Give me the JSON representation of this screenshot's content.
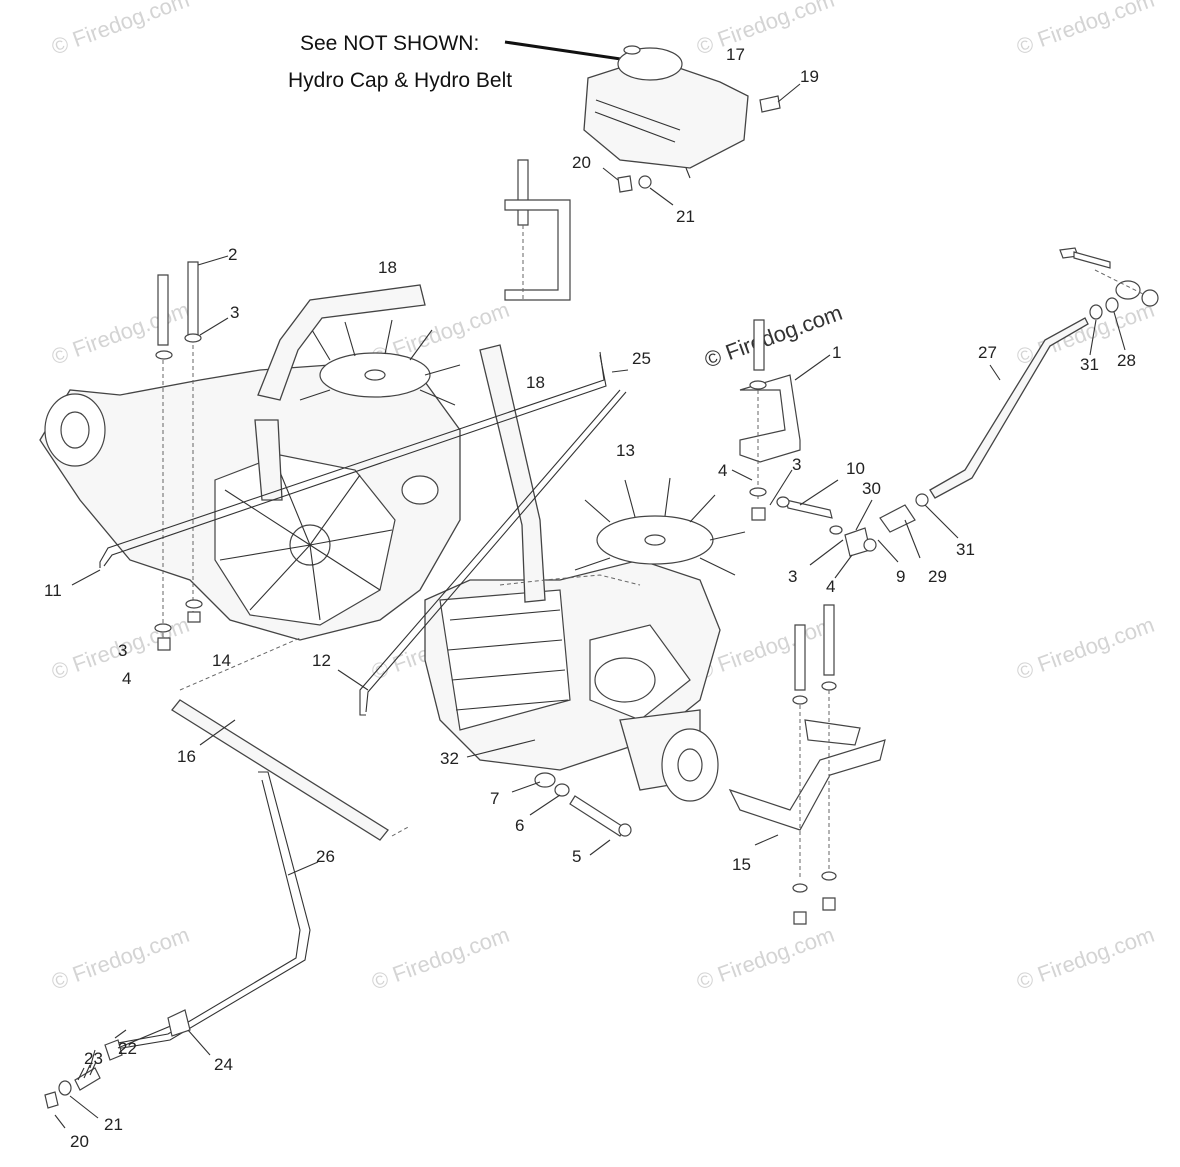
{
  "note": {
    "line1": "See NOT SHOWN:",
    "line2": "Hydro Cap & Hydro Belt"
  },
  "watermark": {
    "repeated": "© Firedog.com",
    "prominent": "© Firedog.com"
  },
  "callouts": [
    {
      "label": "17"
    },
    {
      "label": "19"
    },
    {
      "label": "20"
    },
    {
      "label": "21"
    },
    {
      "label": "2"
    },
    {
      "label": "18"
    },
    {
      "label": "3"
    },
    {
      "label": "1"
    },
    {
      "label": "25"
    },
    {
      "label": "18"
    },
    {
      "label": "27"
    },
    {
      "label": "31"
    },
    {
      "label": "28"
    },
    {
      "label": "13"
    },
    {
      "label": "4"
    },
    {
      "label": "3"
    },
    {
      "label": "10"
    },
    {
      "label": "30"
    },
    {
      "label": "3"
    },
    {
      "label": "4"
    },
    {
      "label": "9"
    },
    {
      "label": "29"
    },
    {
      "label": "31"
    },
    {
      "label": "11"
    },
    {
      "label": "3"
    },
    {
      "label": "14"
    },
    {
      "label": "4"
    },
    {
      "label": "12"
    },
    {
      "label": "16"
    },
    {
      "label": "32"
    },
    {
      "label": "7"
    },
    {
      "label": "6"
    },
    {
      "label": "5"
    },
    {
      "label": "15"
    },
    {
      "label": "26"
    },
    {
      "label": "23"
    },
    {
      "label": "22"
    },
    {
      "label": "24"
    },
    {
      "label": "20"
    },
    {
      "label": "21"
    }
  ]
}
